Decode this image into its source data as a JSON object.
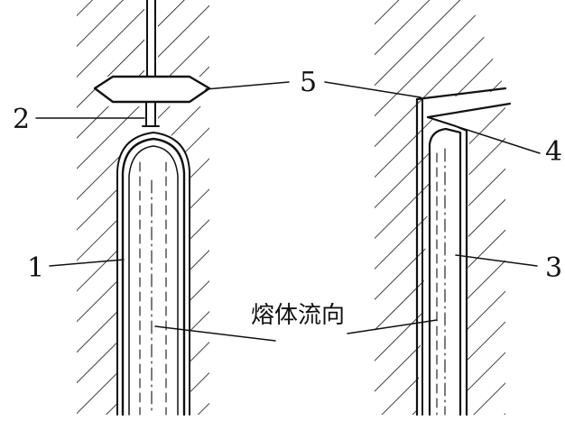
{
  "labels": {
    "l1": "1",
    "l2": "2",
    "l3": "3",
    "l4": "4",
    "l5": "5"
  },
  "caption": "熔体流向",
  "colors": {
    "ink": "#111111",
    "background": "#ffffff"
  }
}
